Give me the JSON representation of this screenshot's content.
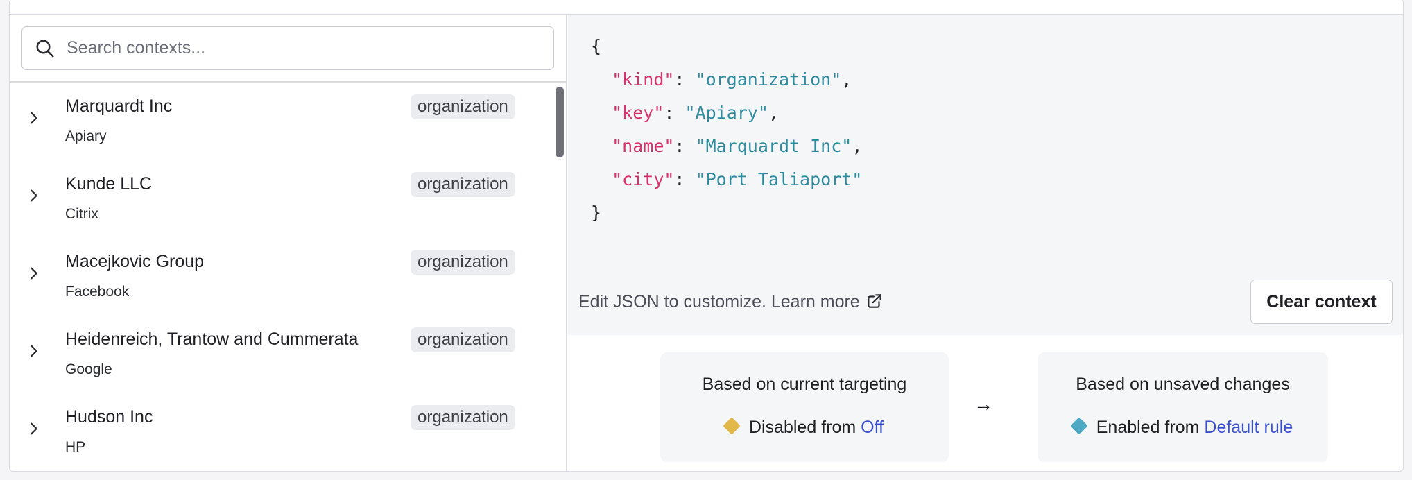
{
  "search": {
    "placeholder": "Search contexts..."
  },
  "contexts": [
    {
      "name": "Marquardt Inc",
      "key": "Apiary",
      "kind": "organization"
    },
    {
      "name": "Kunde LLC",
      "key": "Citrix",
      "kind": "organization"
    },
    {
      "name": "Macejkovic Group",
      "key": "Facebook",
      "kind": "organization"
    },
    {
      "name": "Heidenreich, Trantow and Cummerata",
      "key": "Google",
      "kind": "organization"
    },
    {
      "name": "Hudson Inc",
      "key": "HP",
      "kind": "organization"
    }
  ],
  "editor": {
    "open_brace": "{",
    "close_brace": "}",
    "lines": [
      {
        "key": "\"kind\"",
        "value": "\"organization\""
      },
      {
        "key": "\"key\"",
        "value": "\"Apiary\""
      },
      {
        "key": "\"name\"",
        "value": "\"Marquardt Inc\""
      },
      {
        "key": "\"city\"",
        "value": "\"Port Taliaport\""
      }
    ],
    "hint": "Edit JSON to customize. Learn more",
    "clear_label": "Clear context"
  },
  "evaluation": {
    "current": {
      "title": "Based on current targeting",
      "status": "Disabled from",
      "source": "Off",
      "color": "#e2b84a"
    },
    "arrow": "→",
    "unsaved": {
      "title": "Based on unsaved changes",
      "status": "Enabled from",
      "source": "Default rule",
      "color": "#4fa9c4"
    }
  },
  "colors": {
    "json_key": "#d6336c",
    "json_value": "#2f8a9e",
    "link": "#3a4fd1"
  }
}
